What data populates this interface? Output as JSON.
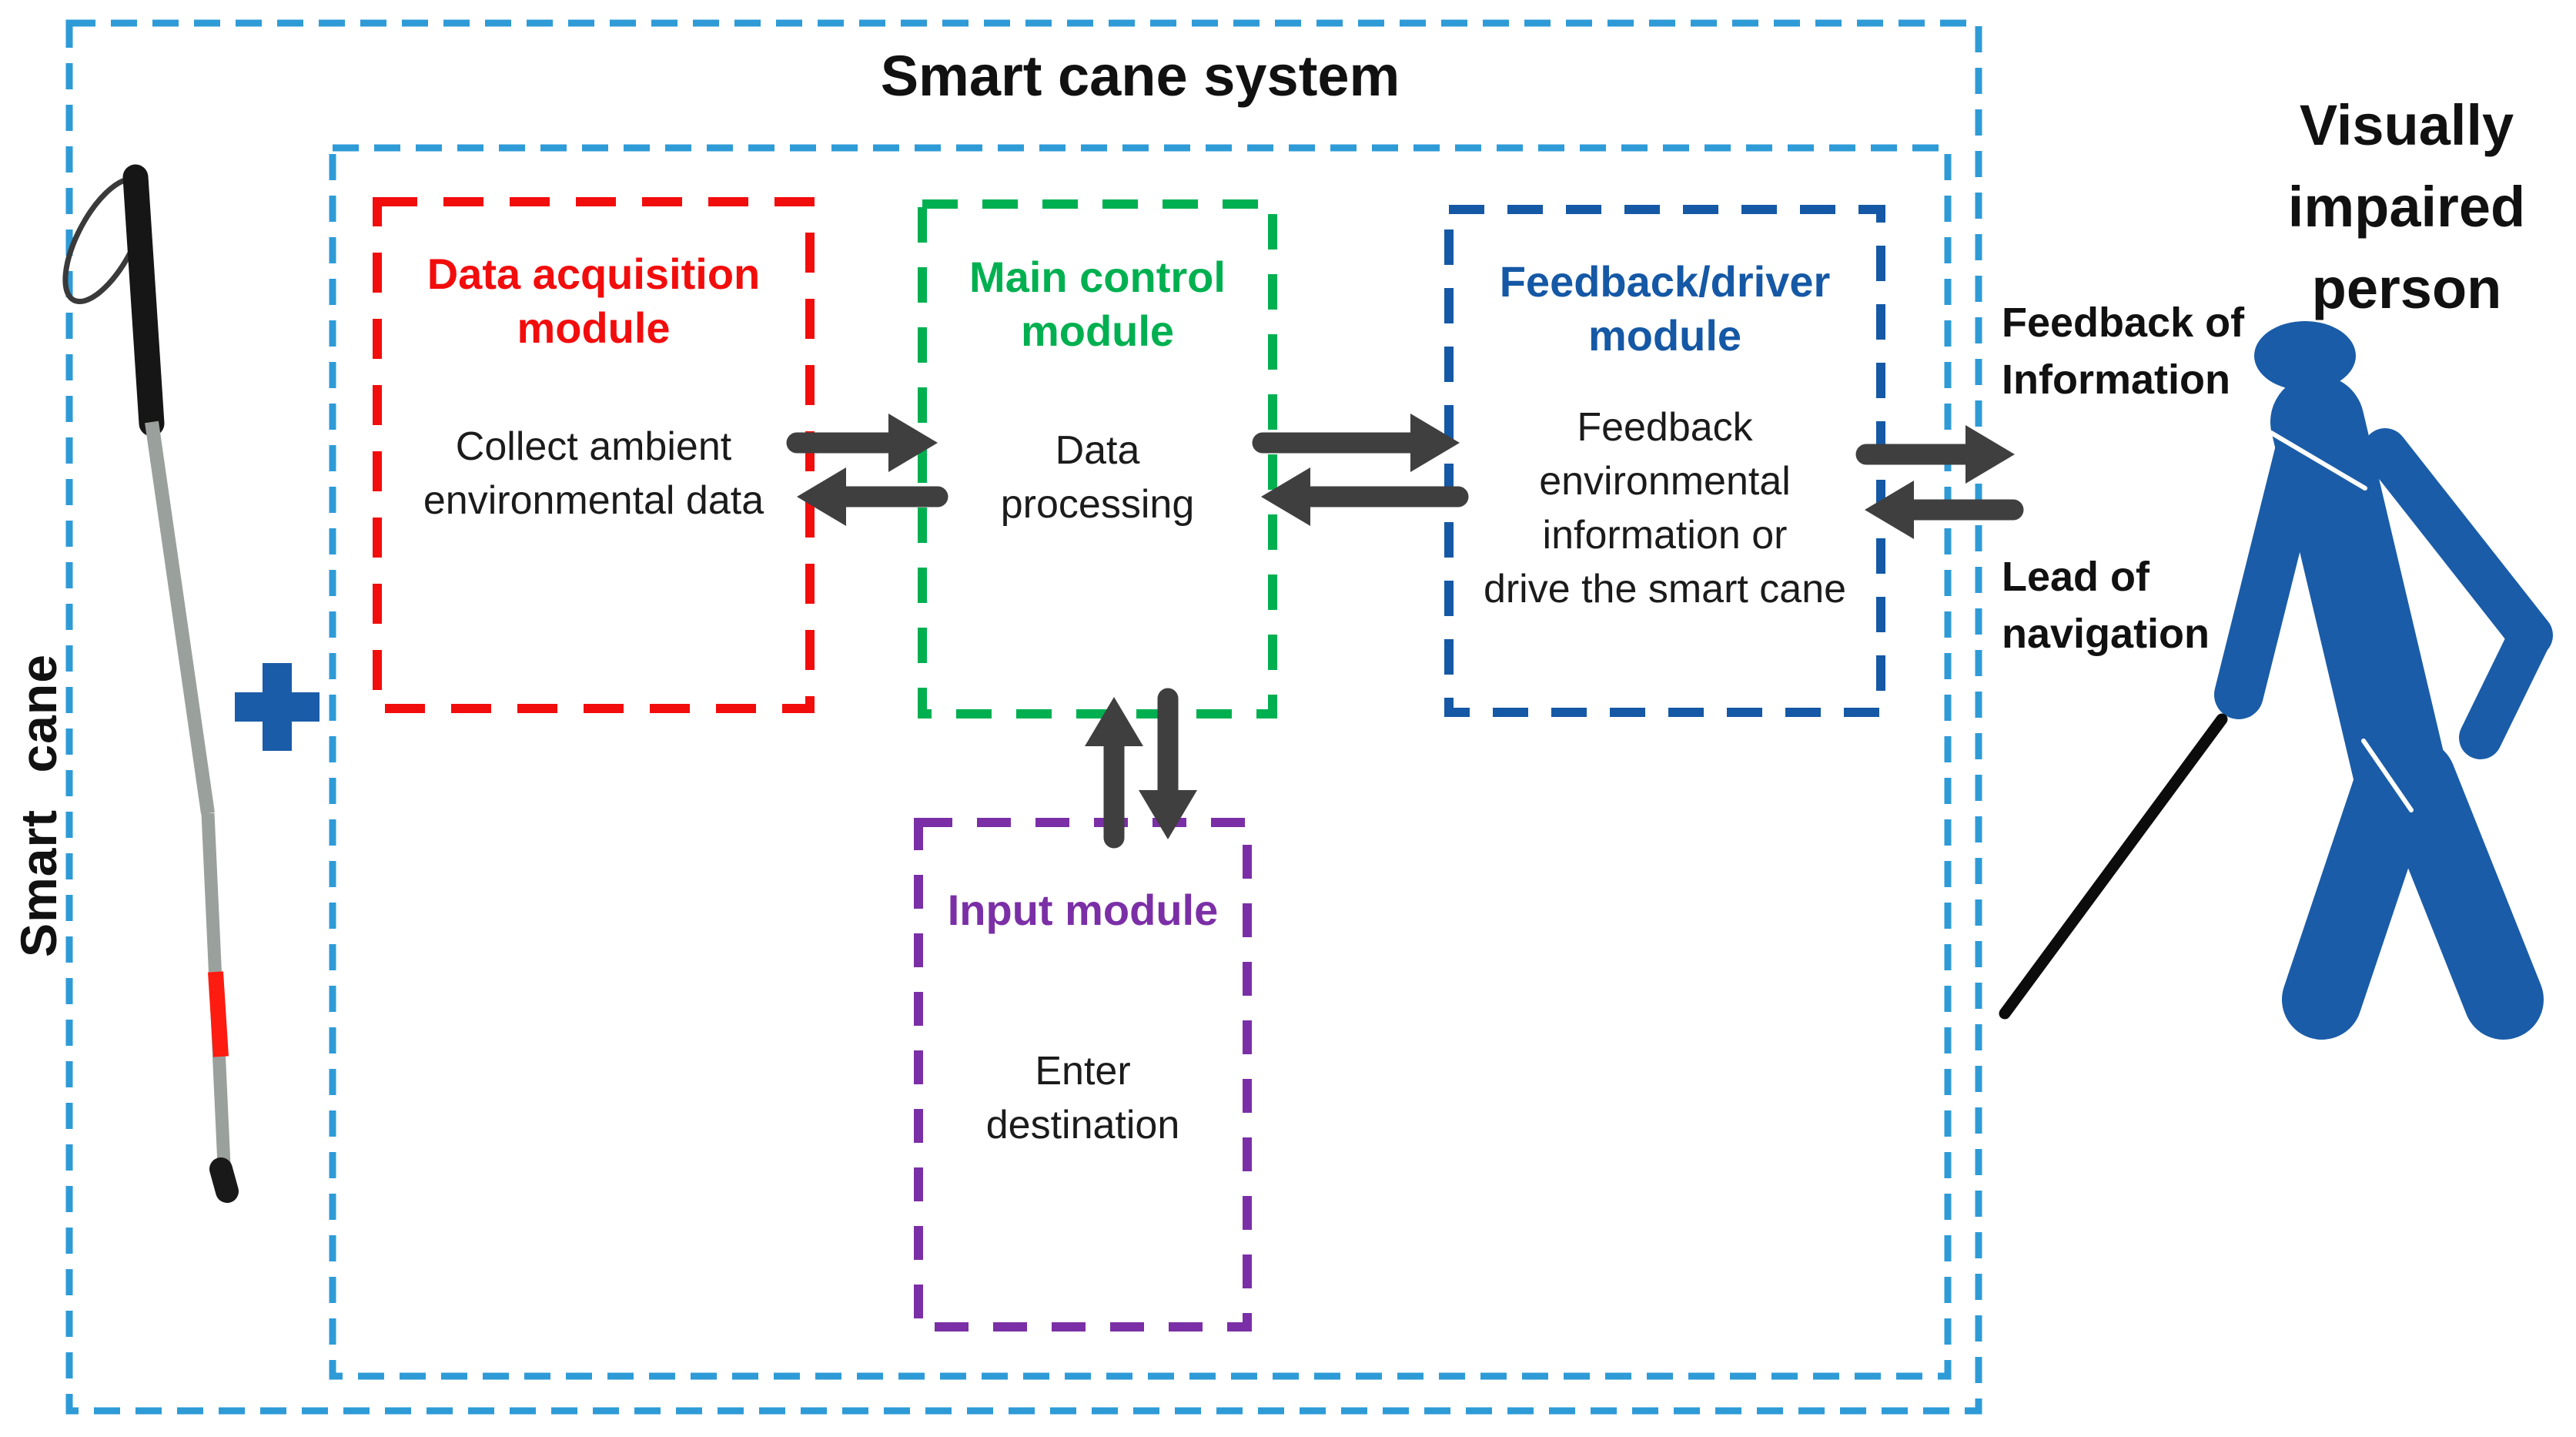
{
  "title": "Smart cane system",
  "left_side": {
    "label": "Smart cane",
    "plus_sign": "+",
    "cane_icon": "white-cane-with-red-band"
  },
  "modules": {
    "data_acquisition": {
      "title": "Data acquisition\nmodule",
      "body": "Collect ambient\nenvironmental data"
    },
    "main_control": {
      "title": "Main control\nmodule",
      "body": "Data\nprocessing"
    },
    "feedback_driver": {
      "title": "Feedback/driver\nmodule",
      "body": "Feedback\nenvironmental\ninformation or\ndrive the smart cane"
    },
    "input": {
      "title": "Input module",
      "body": "Enter\ndestination"
    }
  },
  "right_side": {
    "feedback_label": "Feedback of\nInformation",
    "lead_label": "Lead of\nnavigation",
    "person_title": "Visually\nimpaired\nperson",
    "person_icon": "walking-blind-person-with-cane"
  },
  "arrows": {
    "acquisition_to_control": "bidirectional",
    "control_to_feedback": "bidirectional",
    "control_to_input": "bidirectional",
    "feedback_to_person": "bidirectional"
  },
  "colors": {
    "frame_blue": "#2E9BD7",
    "module_red": "#F20D0D",
    "module_green": "#00B050",
    "module_blue": "#1558A5",
    "module_purple": "#7B2FA6",
    "arrow_gray": "#3F3F3F",
    "person_blue": "#1A5CA8",
    "cane_red": "#FE1B10",
    "cane_gray": "#9AA09B",
    "text_black": "#111111"
  }
}
